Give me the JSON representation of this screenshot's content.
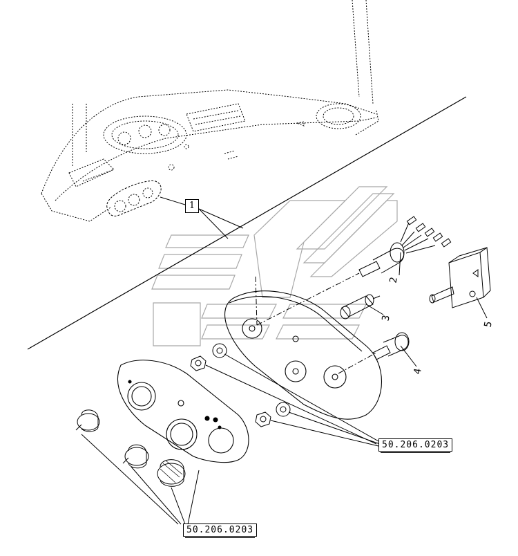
{
  "callouts": {
    "item_1": "1",
    "item_2": "2",
    "item_3": "3",
    "item_4": "4",
    "item_5": "5"
  },
  "references": {
    "ref_right": "50.206.0203",
    "ref_bottom": "50.206.0203"
  },
  "colors": {
    "line": "#000000",
    "watermark": "#9a9a9a",
    "background": "#ffffff"
  }
}
